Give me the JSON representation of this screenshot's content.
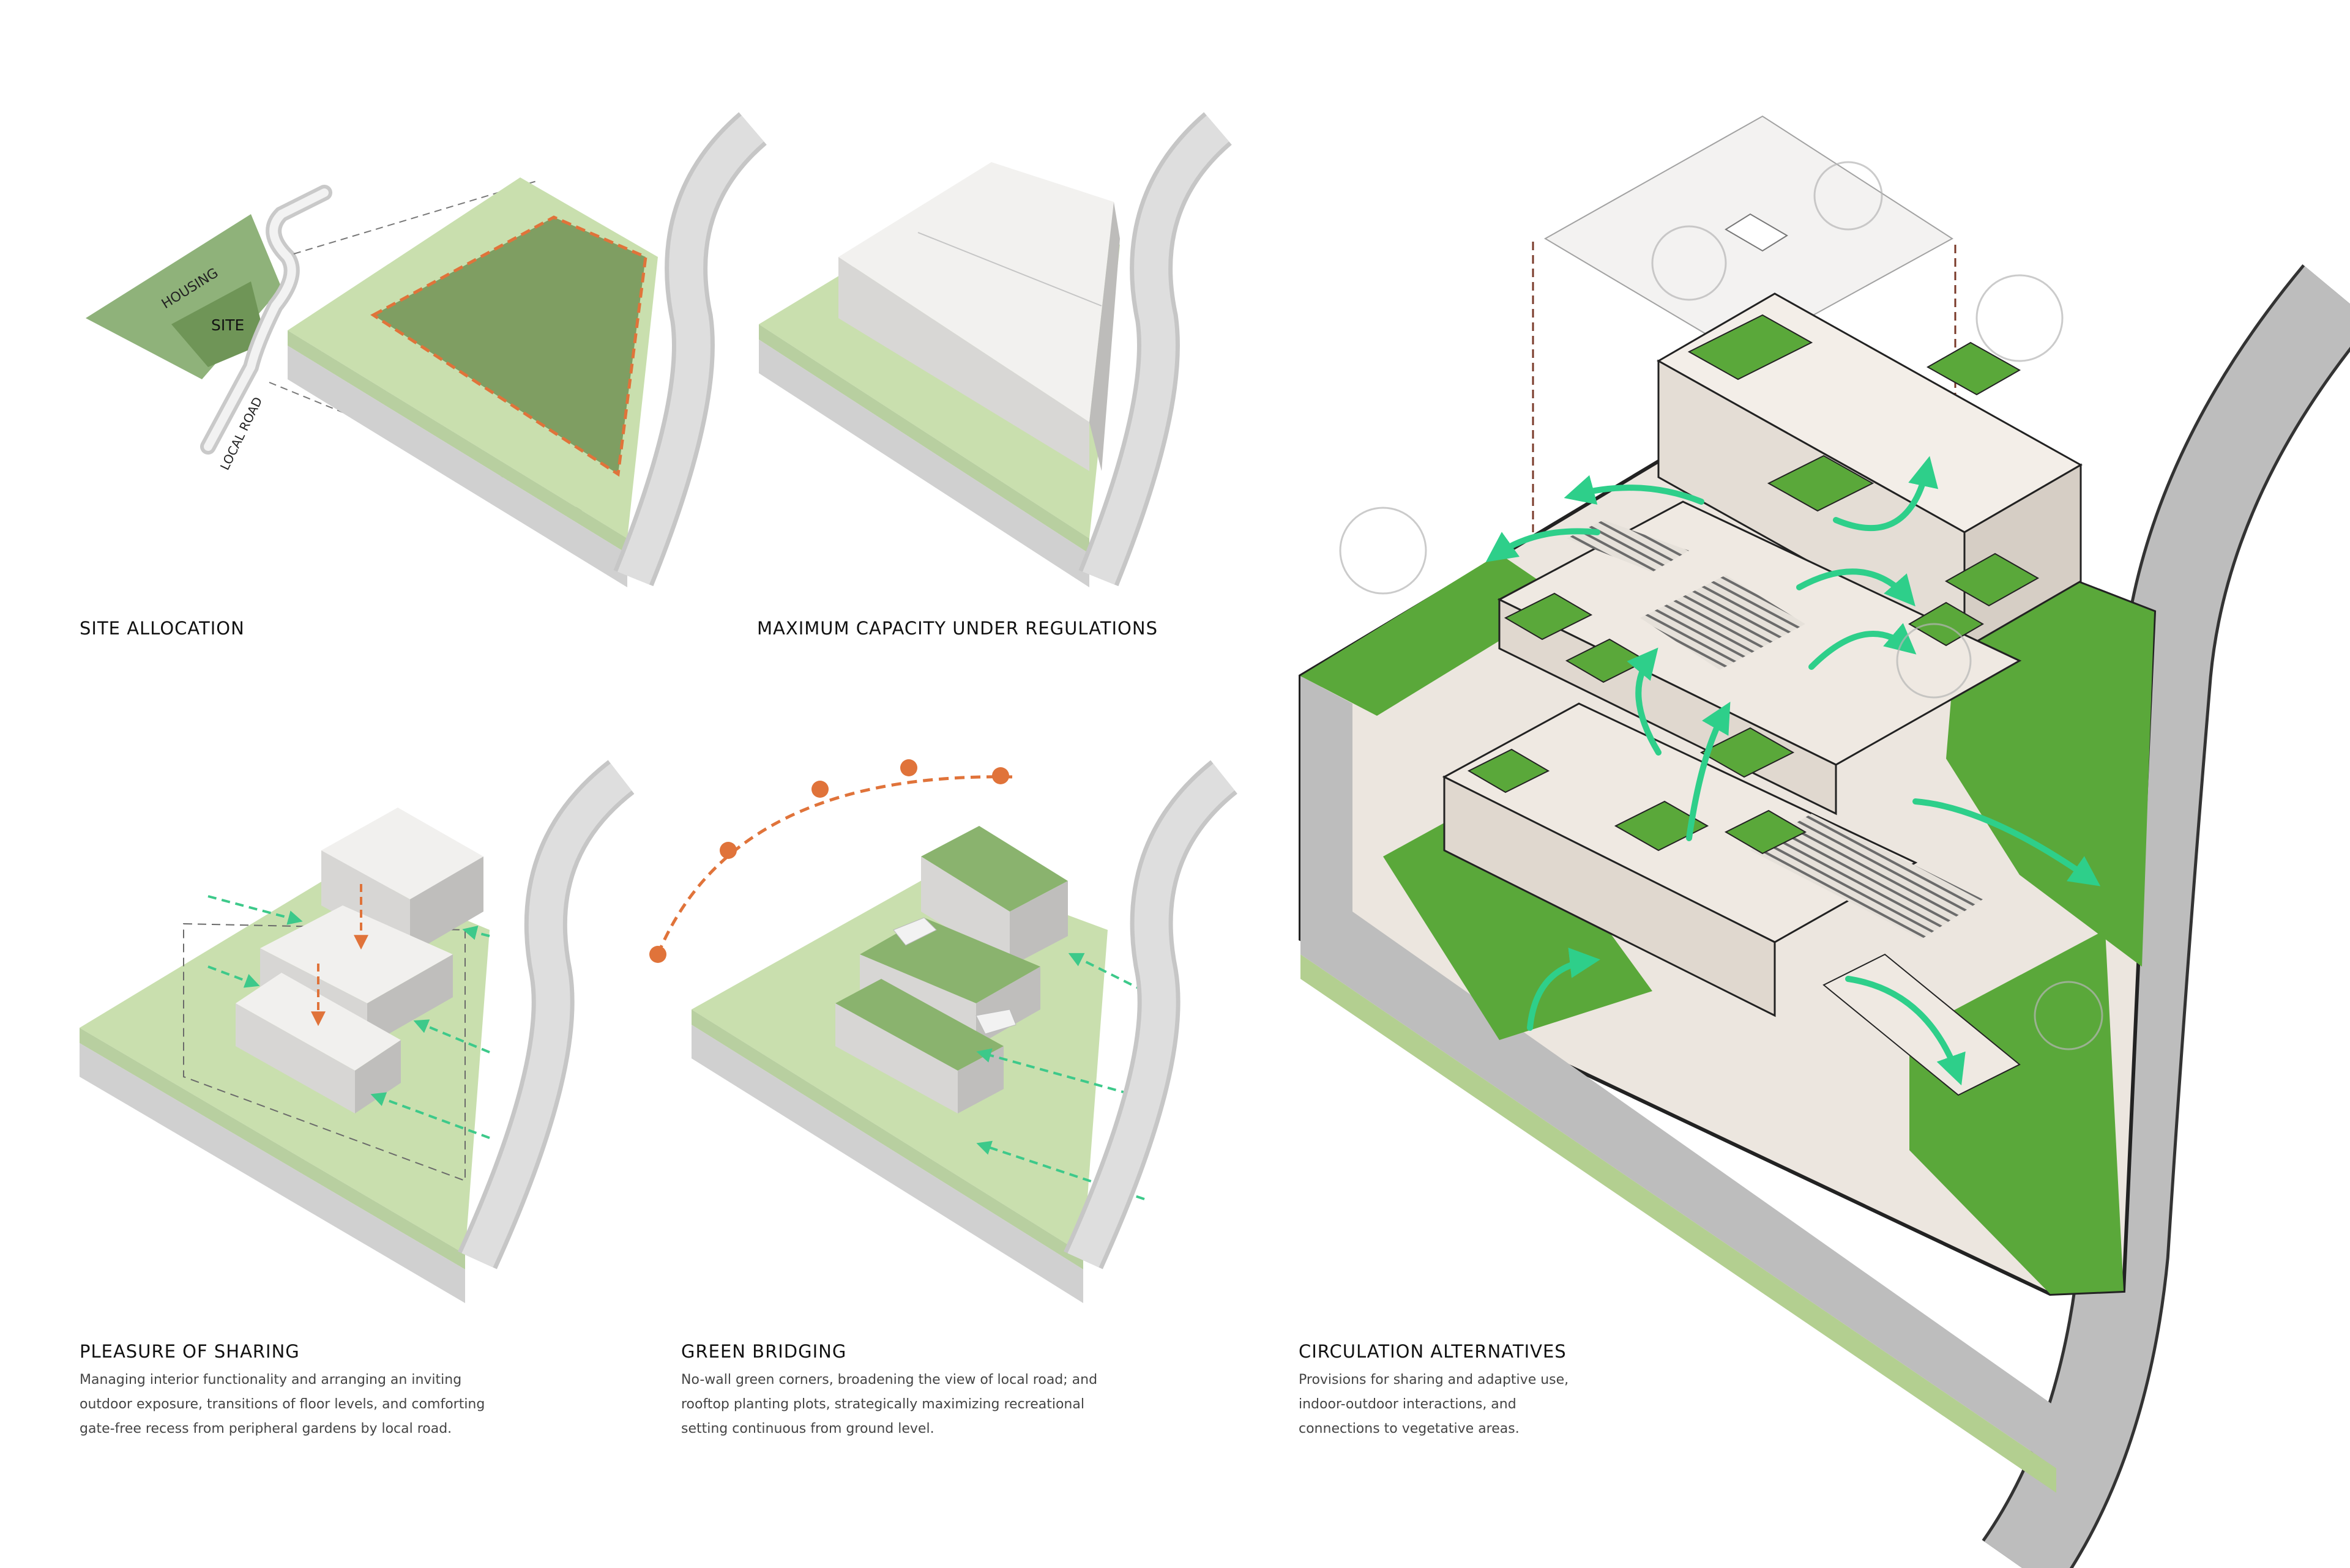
{
  "panels": {
    "site_allocation": {
      "title": "SITE ALLOCATION",
      "labels": {
        "housing": "HOUSING",
        "site": "SITE",
        "road": "LOCAL ROAD"
      }
    },
    "maximum_capacity": {
      "title": "MAXIMUM CAPACITY UNDER REGULATIONS"
    },
    "pleasure_of_sharing": {
      "title": "PLEASURE OF SHARING",
      "lines": [
        "Managing interior functionality and arranging an inviting",
        "outdoor exposure, transitions of floor levels, and comforting",
        "gate-free recess from peripheral gardens by local road."
      ]
    },
    "green_bridging": {
      "title": "GREEN BRIDGING",
      "lines": [
        "No-wall green corners, broadening the view of local road; and",
        "rooftop planting plots, strategically maximizing recreational",
        "setting continuous from ground level."
      ]
    },
    "circulation_alternatives": {
      "title": "CIRCULATION ALTERNATIVES",
      "lines": [
        "Provisions for sharing and adaptive use,",
        "indoor-outdoor interactions, and",
        "connections to vegetative areas."
      ]
    }
  },
  "colors": {
    "grass_light": "#c9dfae",
    "grass_dark": "#7f9e62",
    "grass_vivid": "#5aa83a",
    "road": "#cfcfcf",
    "accent_orange": "#e0733a",
    "arrow_teal": "#2ecf8a",
    "wall": "#efe9e2"
  }
}
